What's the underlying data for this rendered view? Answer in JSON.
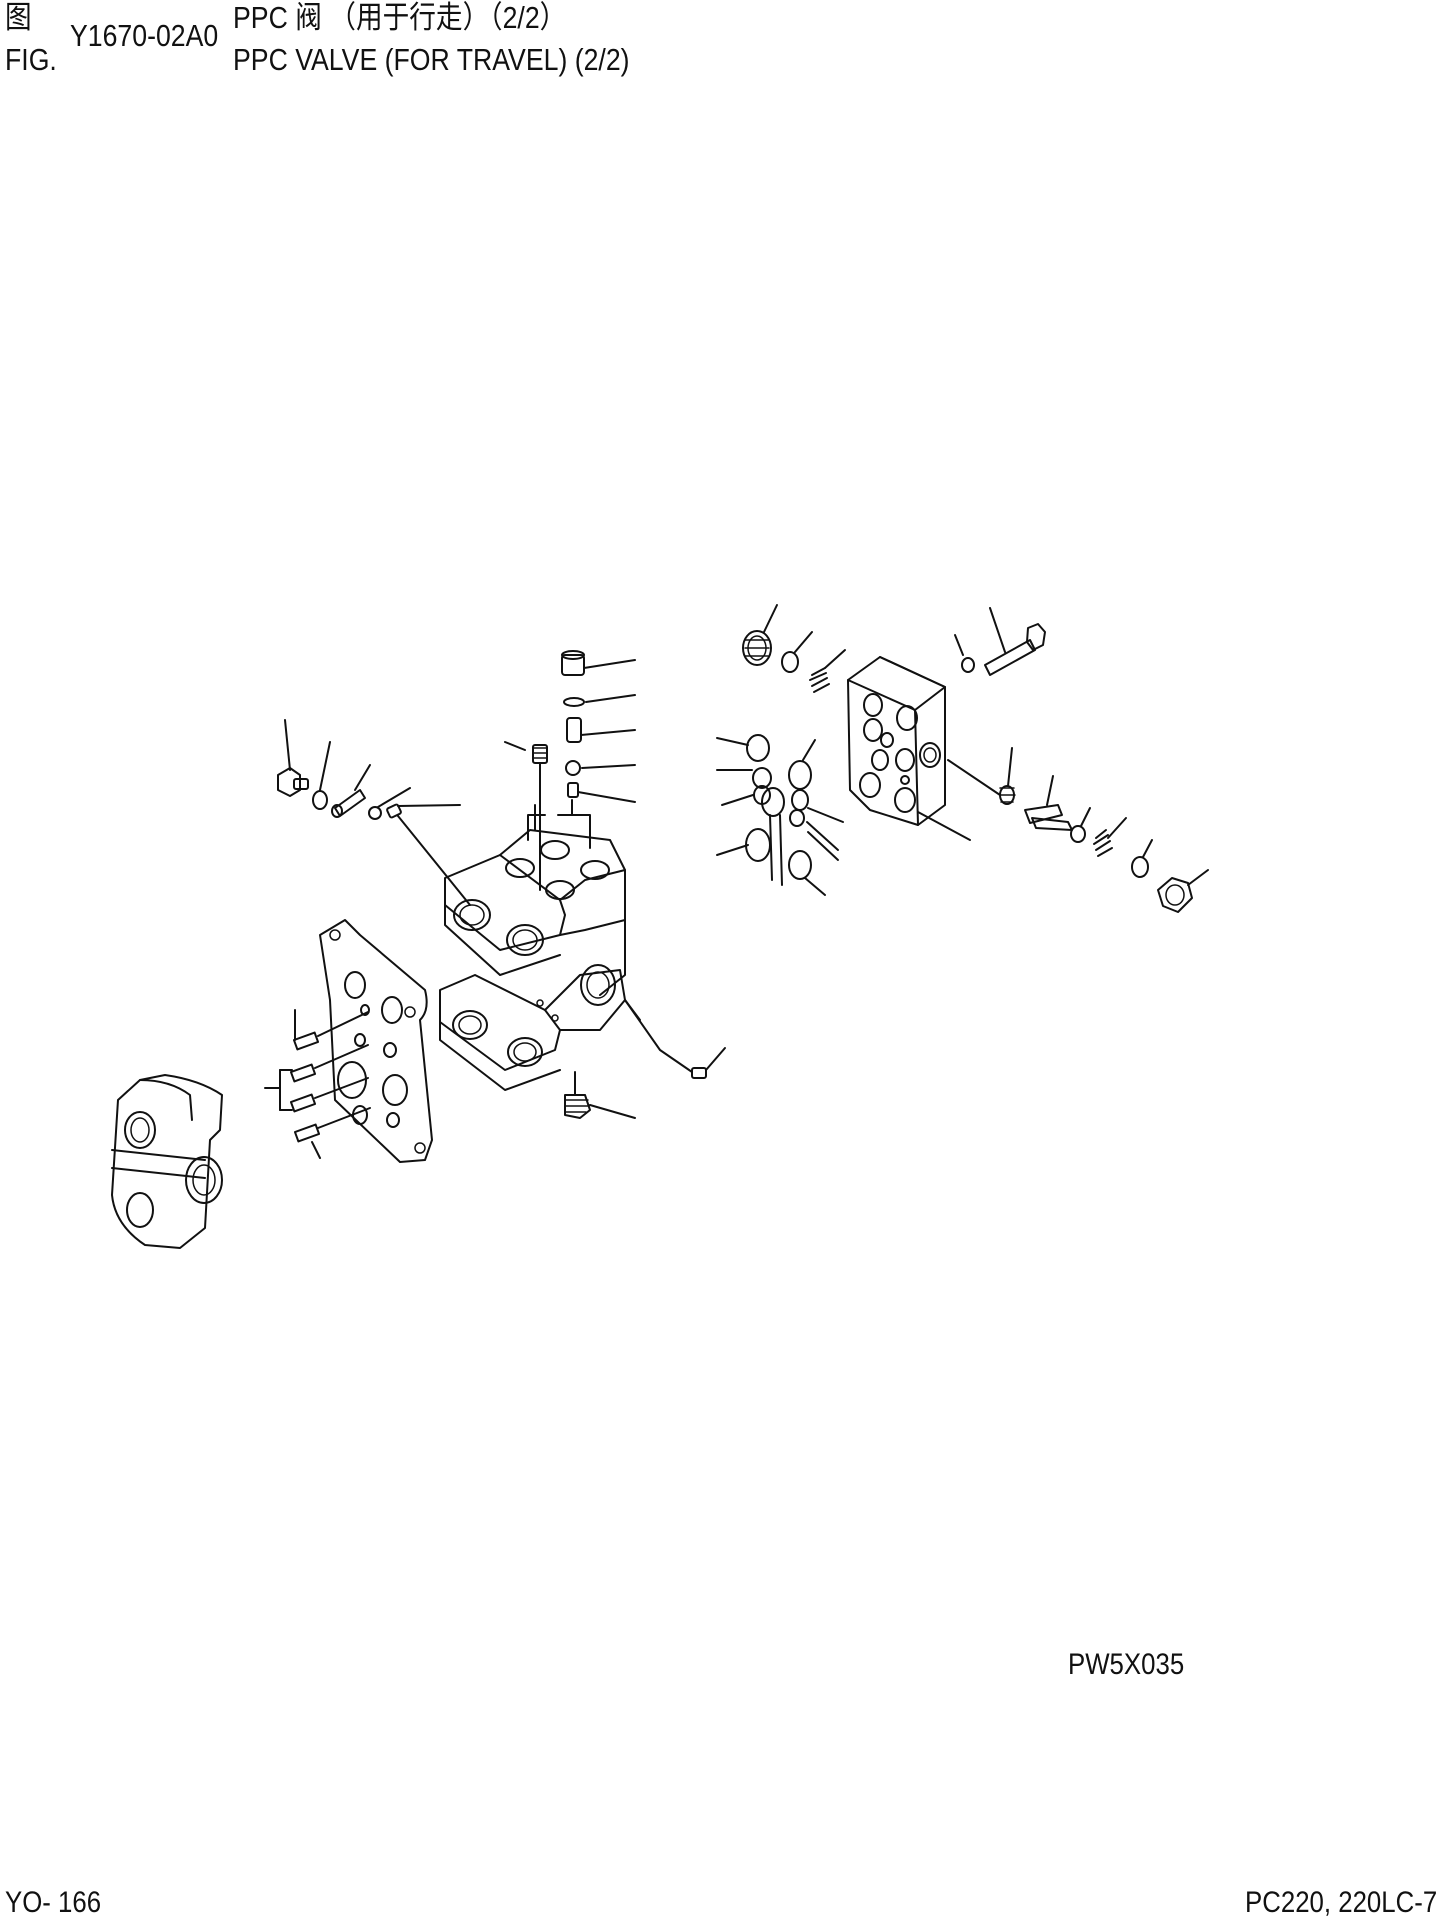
{
  "header": {
    "fig_label_zh": "图",
    "fig_label_en": "FIG.",
    "figure_number": "Y1670-02A0",
    "title_zh": "PPC 阀 （用于行走）（2/2）",
    "title_en": "PPC VALVE (FOR TRAVEL) (2/2)"
  },
  "diagram": {
    "image_code": "PW5X035"
  },
  "footer": {
    "page_number": "YO- 166",
    "model": "PC220, 220LC-7"
  }
}
